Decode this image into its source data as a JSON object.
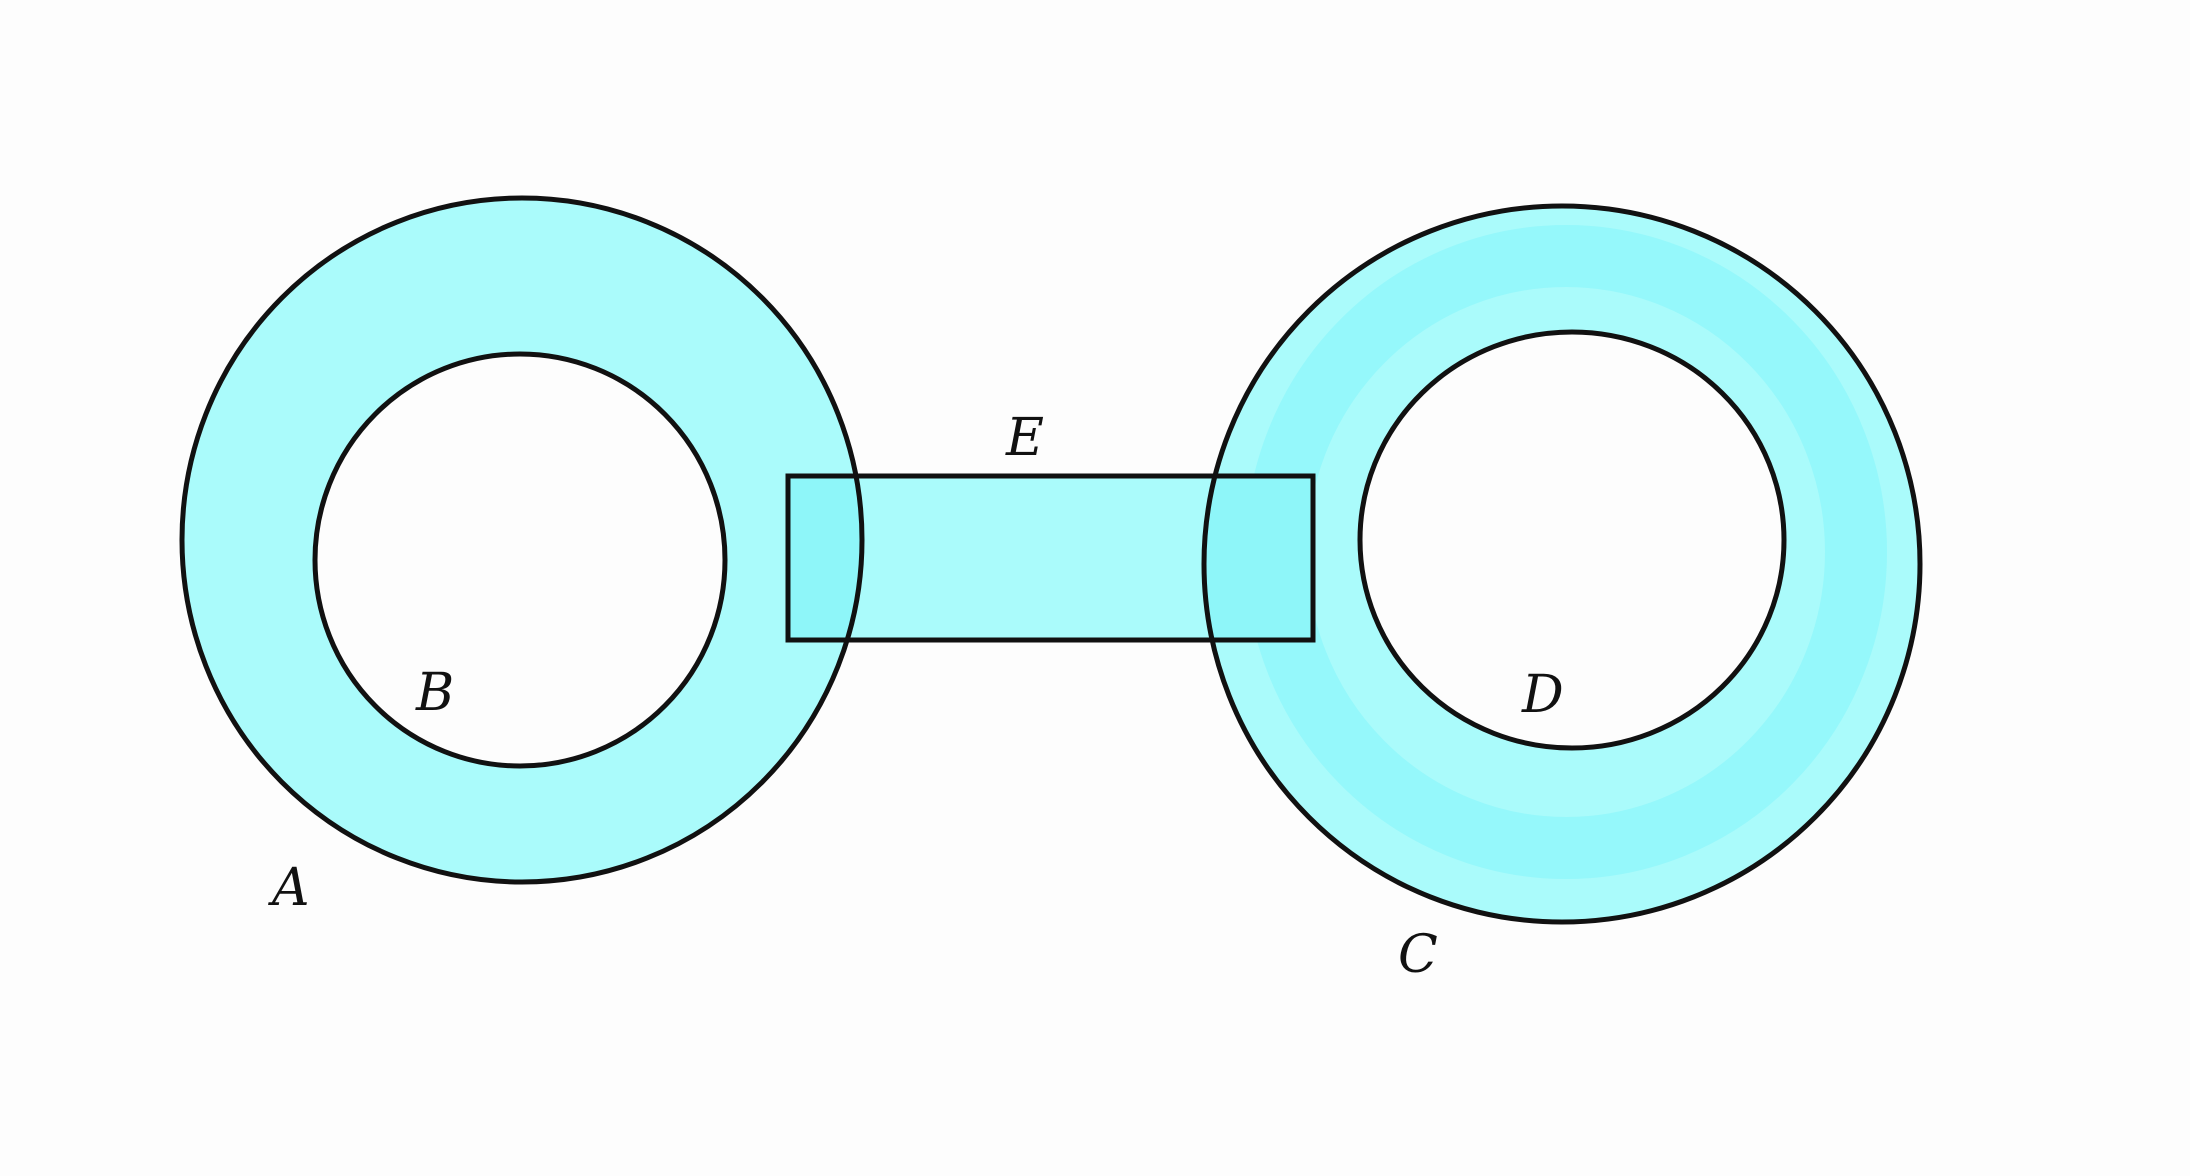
{
  "colors": {
    "background": "#fdfdfd",
    "fill_light": "#aafbfb",
    "fill_overlap": "#8ef6f9",
    "fill_deep": "#92f7fa",
    "outline": "#111111"
  },
  "labels": {
    "a": "A",
    "b": "B",
    "c": "C",
    "d": "D",
    "e": "E"
  }
}
